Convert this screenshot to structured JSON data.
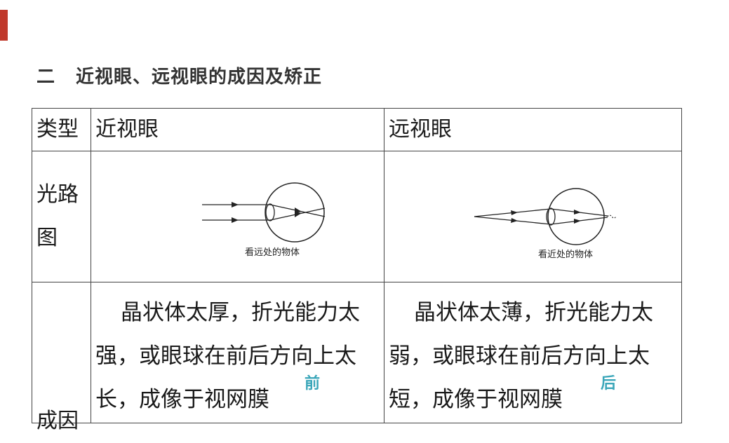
{
  "section": {
    "number": "二",
    "title": "近视眼、远视眼的成因及矫正"
  },
  "table": {
    "headers": [
      "类型",
      "近视眼",
      "远视眼"
    ],
    "diagram_row_label": "光路图",
    "cause_row_label": "成因",
    "diagram_captions": [
      "看远处的物体",
      "看近处的物体"
    ],
    "causes": [
      "晶状体太厚，折光能力太强，或眼球在前后方向上太长，成像于视网膜",
      "晶状体太薄，折光能力太弱，或眼球在前后方向上太短，成像于视网膜"
    ],
    "hints": [
      "前",
      "后"
    ]
  },
  "colors": {
    "accent": "#c0392b",
    "hint": "#3aa6b9"
  }
}
